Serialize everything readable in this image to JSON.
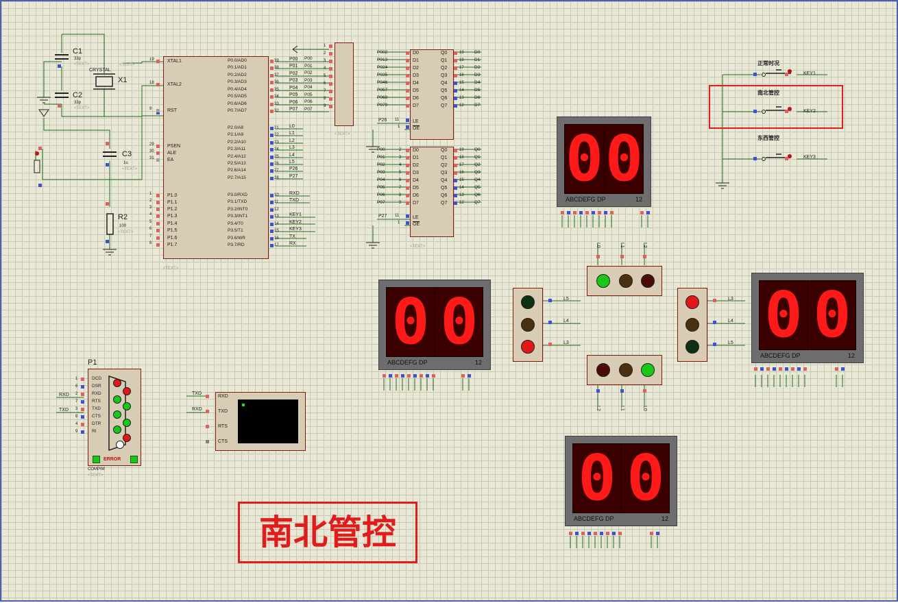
{
  "mcu": {
    "left_pins": [
      "XTAL1",
      "XTAL2",
      "RST",
      "PSEN",
      "ALE",
      "EA",
      "P1.0",
      "P1.1",
      "P1.2",
      "P1.3",
      "P1.4",
      "P1.5",
      "P1.6",
      "P1.7"
    ],
    "left_nums": [
      "19",
      "18",
      "9",
      "29",
      "30",
      "31",
      "1",
      "2",
      "3",
      "4",
      "5",
      "6",
      "7",
      "8"
    ],
    "right_pins": [
      "P0.0/AD0",
      "P0.1/AD1",
      "P0.2/AD2",
      "P0.3/AD3",
      "P0.4/AD4",
      "P0.5/AD5",
      "P0.6/AD6",
      "P0.7/AD7",
      "P2.0/A8",
      "P2.1/A9",
      "P2.2/A10",
      "P2.3/A11",
      "P2.4/A12",
      "P2.5/A13",
      "P2.6/A14",
      "P2.7/A15",
      "P3.0/RXD",
      "P3.1/TXD",
      "P3.2/INT0",
      "P3.3/INT1",
      "P3.4/T0",
      "P3.5/T1",
      "P3.6/WR",
      "P3.7/RD"
    ],
    "right_nums": [
      "39",
      "38",
      "37",
      "36",
      "35",
      "34",
      "33",
      "32",
      "21",
      "22",
      "23",
      "24",
      "25",
      "26",
      "27",
      "28",
      "10",
      "11",
      "12",
      "13",
      "14",
      "15",
      "16",
      "17"
    ],
    "right_nets": [
      "P00",
      "P01",
      "P02",
      "P03",
      "P04",
      "P05",
      "P06",
      "P07",
      "L0",
      "L1",
      "L2",
      "L3",
      "L4",
      "L5",
      "P26",
      "P27",
      "RXD",
      "TXD",
      "",
      "KEY1",
      "KEY2",
      "KEY3",
      "TX",
      "RX"
    ],
    "text_tag": "<TEXT>"
  },
  "osc": {
    "c1": "C1",
    "c1_val": "33p",
    "c2": "C2",
    "c2_val": "33p",
    "crystal_label": "CRYSTAL",
    "x1": "X1",
    "c3": "C3",
    "c3_val": "1u",
    "r2": "R2",
    "r2_val": "100",
    "text_tag": "<TEXT>"
  },
  "resnet": {
    "pins": [
      "1",
      "2",
      "3",
      "4",
      "5",
      "6",
      "7",
      "8",
      "9"
    ],
    "nets": [
      "P00",
      "P01",
      "P02",
      "P03",
      "P04",
      "P05",
      "P06",
      "P07"
    ],
    "text_tag": "<TEXT>"
  },
  "latch1": {
    "in_nets": [
      "P002",
      "P013",
      "P024",
      "P035",
      "P046",
      "P057",
      "P068",
      "P079"
    ],
    "in_pins": [
      "D0",
      "D1",
      "D2",
      "D3",
      "D4",
      "D5",
      "D6",
      "D7"
    ],
    "out_pins": [
      "Q0",
      "Q1",
      "Q2",
      "Q3",
      "Q4",
      "Q5",
      "Q6",
      "Q7"
    ],
    "out_nums": [
      "19",
      "18",
      "17",
      "16",
      "15",
      "14",
      "13",
      "12"
    ],
    "out_nets": [
      "D0",
      "D1",
      "D2",
      "D3",
      "D4",
      "D5",
      "D6",
      "D7"
    ],
    "le_net": "P26",
    "le_num": "11",
    "oe_num": "1",
    "le": "LE",
    "oe": "OE"
  },
  "latch2": {
    "in_nets": [
      "P00",
      "P01",
      "P02",
      "P03",
      "P04",
      "P05",
      "P06",
      "P07"
    ],
    "in_nums": [
      "2",
      "3",
      "4",
      "5",
      "6",
      "7",
      "8",
      "9"
    ],
    "in_pins": [
      "D0",
      "D1",
      "D2",
      "D3",
      "D4",
      "D5",
      "D6",
      "D7"
    ],
    "out_pins": [
      "Q0",
      "Q1",
      "Q2",
      "Q3",
      "Q4",
      "Q5",
      "Q6",
      "Q7"
    ],
    "out_nums": [
      "19",
      "18",
      "17",
      "16",
      "15",
      "14",
      "13",
      "12"
    ],
    "out_nets": [
      "Q0",
      "Q1",
      "Q2",
      "Q3",
      "Q4",
      "Q5",
      "Q6",
      "Q7"
    ],
    "le_net": "P27",
    "le_num": "11",
    "oe_num": "1",
    "le": "LE",
    "oe": "OE",
    "text_tag": "<TEXT>"
  },
  "displays": {
    "top": {
      "digits": "00",
      "seg_label": "ABCDEFG  DP",
      "com_label": "12"
    },
    "left": {
      "digits": "00",
      "seg_label": "ABCDEFG  DP",
      "com_label": "12"
    },
    "right": {
      "digits": "00",
      "seg_label": "ABCDEFG  DP",
      "com_label": "12"
    },
    "bottom": {
      "digits": "00",
      "seg_label": "ABCDEFG  DP",
      "com_label": "12"
    }
  },
  "traffic": {
    "north_labels": [
      "L0",
      "L1",
      "L2"
    ],
    "west_labels": [
      "L5",
      "L4",
      "L3"
    ],
    "east_labels": [
      "L3",
      "L4",
      "L5"
    ],
    "south_labels": [
      "L2",
      "L1",
      "L0"
    ],
    "colors": {
      "red_on": "#e01818",
      "red_off": "#4a0c06",
      "yellow_off": "#4a3010",
      "green_on": "#18c818",
      "green_off": "#0c3010"
    }
  },
  "keys": {
    "key1_caption": "正常时况",
    "key1": "KEY1",
    "key2_caption": "南北管控",
    "key2": "KEY2",
    "key3_caption": "东西管控",
    "key3": "KEY3",
    "highlight_color": "#e01c1c"
  },
  "com": {
    "p1": "P1",
    "pins": [
      "DCD",
      "DSR",
      "RXD",
      "RTS",
      "TXD",
      "CTS",
      "DTR",
      "RI"
    ],
    "nums": [
      "1",
      "6",
      "2",
      "7",
      "3",
      "8",
      "4",
      "9"
    ],
    "rxd_net": "RXD",
    "txd_net": "TXD",
    "error": "ERROR",
    "name": "COMPIM",
    "text_tag": "<TEXT>"
  },
  "terminal": {
    "pins": [
      "RXD",
      "TXD",
      "RTS",
      "CTS"
    ],
    "rxd_net": "TXD",
    "txd_net": "RXD"
  },
  "banner": {
    "text": "南北管控",
    "color": "#e01c1c"
  }
}
